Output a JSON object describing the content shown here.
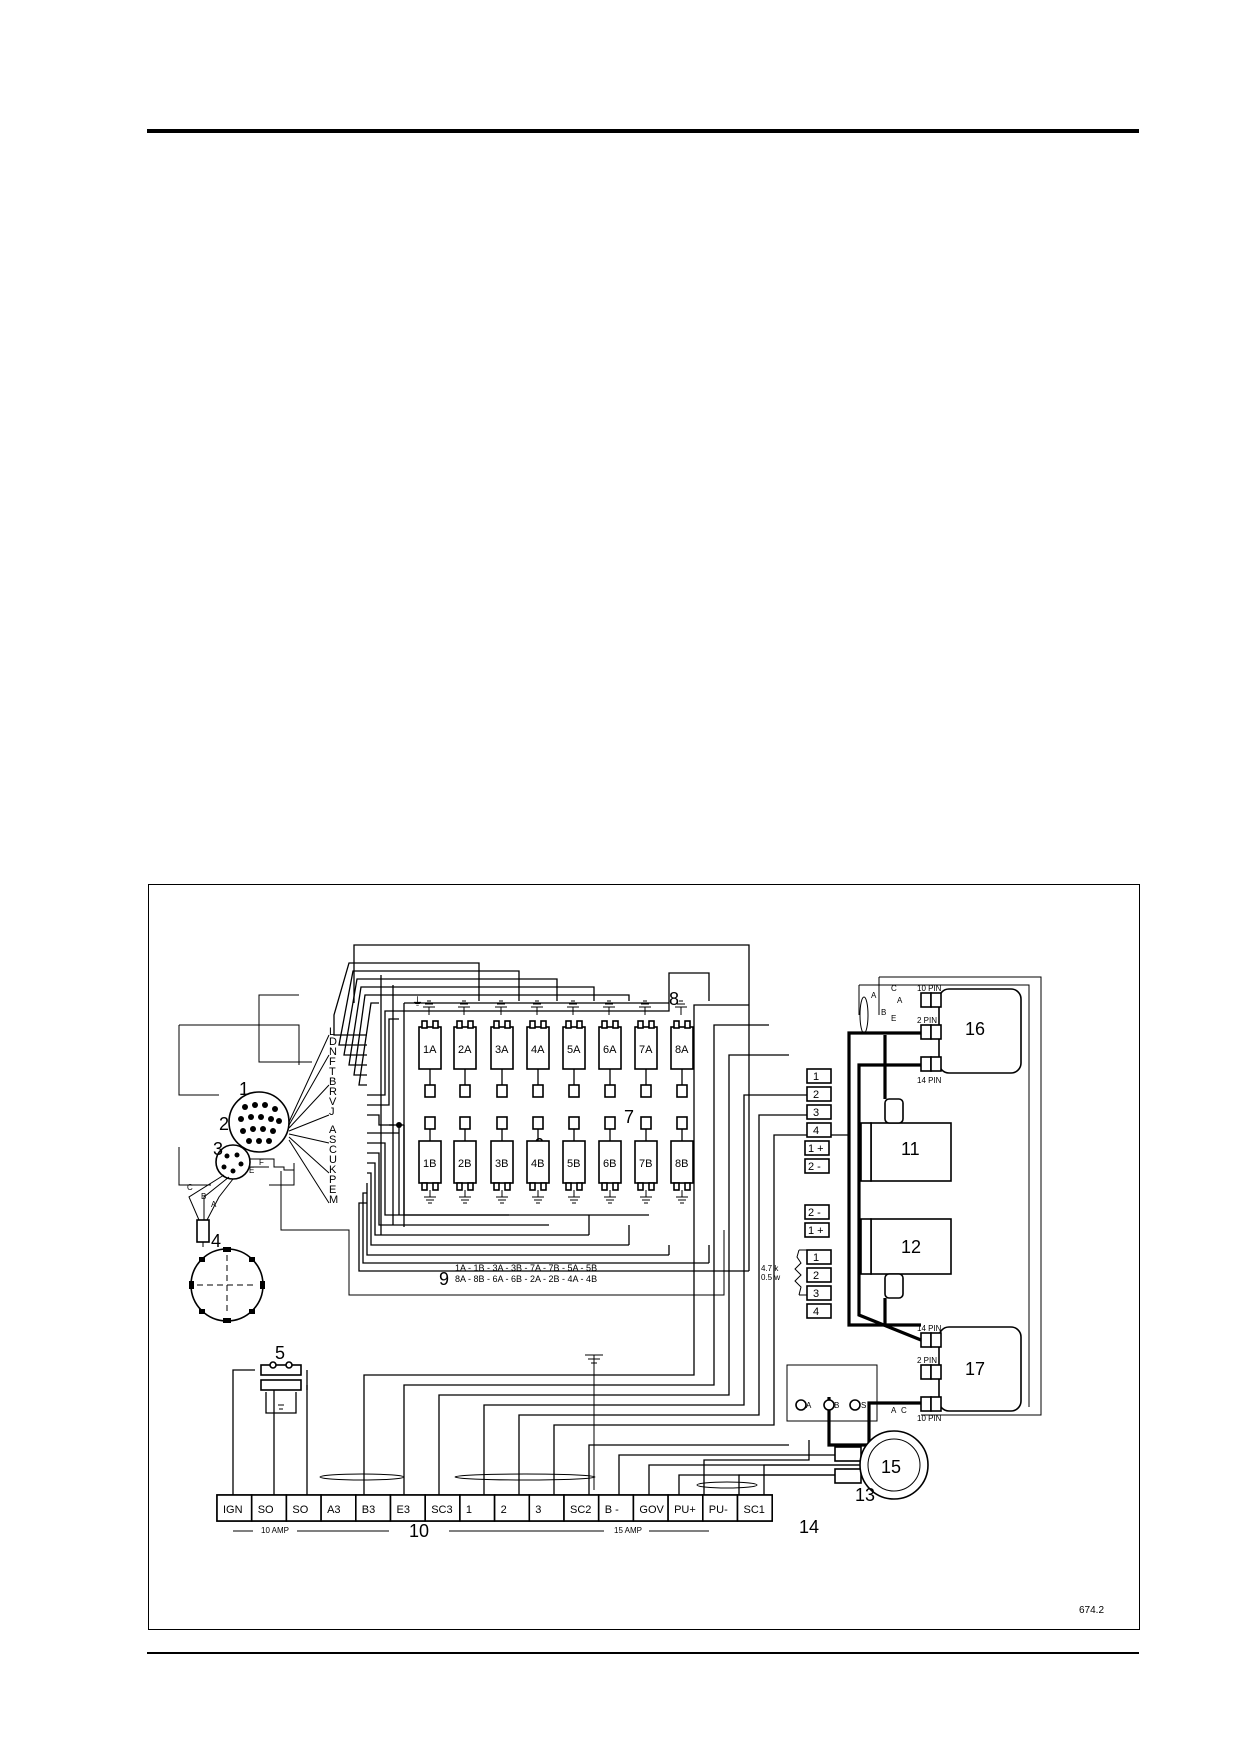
{
  "diagram": {
    "figure_id": "674.2",
    "callouts": [
      "1",
      "2",
      "3",
      "4",
      "5",
      "6",
      "7",
      "8",
      "9",
      "10",
      "11",
      "12",
      "13",
      "14",
      "15",
      "16",
      "17"
    ],
    "harness_letters": [
      "L",
      "D",
      "N",
      "F",
      "T",
      "B",
      "R",
      "V",
      "J",
      "A",
      "S",
      "C",
      "U",
      "K",
      "P",
      "E",
      "M"
    ],
    "injectors_row_a": [
      "1A",
      "2A",
      "3A",
      "4A",
      "5A",
      "6A",
      "7A",
      "8A"
    ],
    "injectors_row_b": [
      "1B",
      "2B",
      "3B",
      "4B",
      "5B",
      "6B",
      "7B",
      "8B"
    ],
    "firing_order": {
      "line1": "1A - 1B - 3A - 3B - 7A - 7B - 5A - 5B",
      "line2": "8A - 8B - 6A - 6B - 2A - 2B - 4A - 4B"
    },
    "terminal_strip": [
      "IGN",
      "SO",
      "SO",
      "A3",
      "B3",
      "E3",
      "SC3",
      "1",
      "2",
      "3",
      "SC2",
      "B -",
      "GOV +",
      "PU+",
      "PU-",
      "SC1"
    ],
    "fuse_labels": {
      "left": "10 AMP",
      "right": "15 AMP"
    },
    "connector_pins": {
      "upper_10": "10 PIN",
      "upper_2": "2 PIN",
      "upper_14": "14 PIN",
      "lower_14": "14 PIN",
      "lower_2": "2 PIN",
      "lower_10": "10 PIN"
    },
    "relay_terminals_upper": [
      "1",
      "2",
      "3",
      "4",
      "1 +",
      "2 -"
    ],
    "relay_terminals_lower": [
      "2 -",
      "1 +",
      "1",
      "2",
      "3",
      "4"
    ],
    "resistor": {
      "value": "4.7 k",
      "rating": "0.5 w"
    },
    "sensor_letters": [
      "A",
      "B",
      "S"
    ],
    "cable_letters_top": [
      "A",
      "C",
      "A",
      "B",
      "E"
    ],
    "cable_letters_bottom": [
      "A",
      "C"
    ],
    "plug3_letters": [
      "C",
      "B",
      "A",
      "F",
      "E"
    ]
  }
}
